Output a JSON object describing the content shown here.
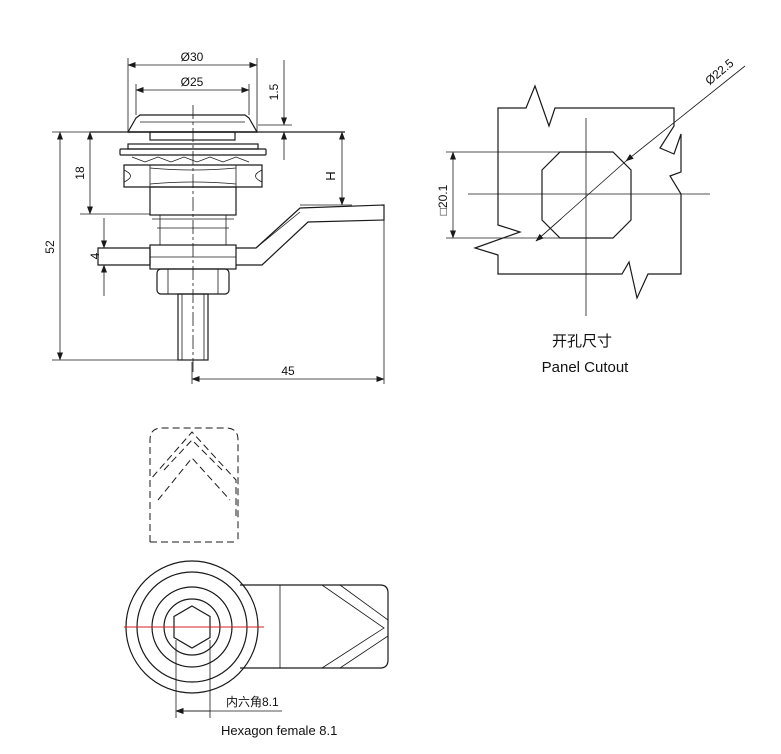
{
  "dimensions": {
    "d30": "Ø30",
    "d25": "Ø25",
    "t15": "1.5",
    "h18": "18",
    "h52": "52",
    "h4": "4",
    "hH": "H",
    "w45": "45",
    "sq201": "□20.1",
    "d225": "Ø22.5"
  },
  "cutout": {
    "label_cn": "开孔尺寸",
    "label_en": "Panel Cutout"
  },
  "hex": {
    "label_cn": "内六角8.1",
    "label_en": "Hexagon female 8.1"
  },
  "colors": {
    "line": "#1a1a1a",
    "centerline": "#d42020"
  }
}
